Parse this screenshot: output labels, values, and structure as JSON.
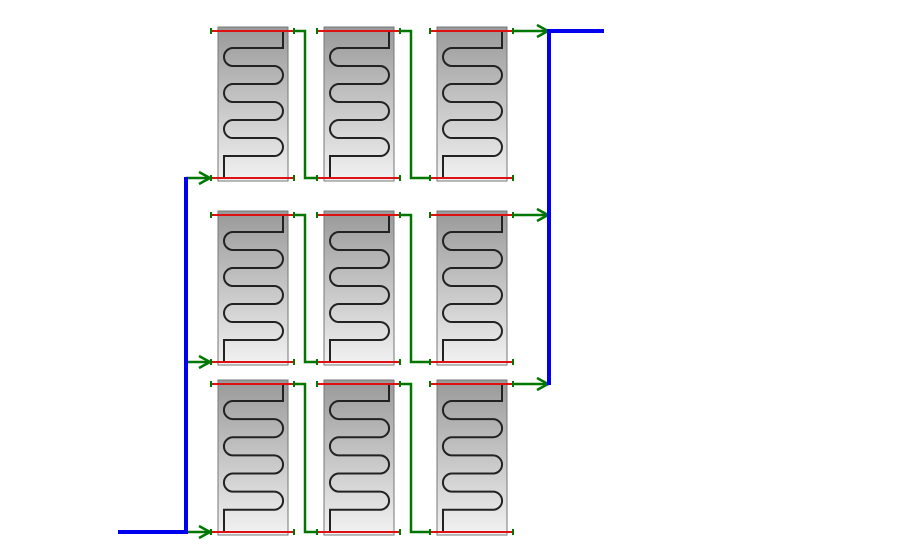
{
  "diagram": {
    "type": "solar-collector-array",
    "rows": 3,
    "columns": 3,
    "colors": {
      "main_pipe": "#0000ee",
      "connector_pipe": "#007700",
      "header_pipe": "#dd1111",
      "serpentine": "#222222",
      "panel_top": "#999999",
      "panel_bottom": "#f2f2f2"
    }
  }
}
